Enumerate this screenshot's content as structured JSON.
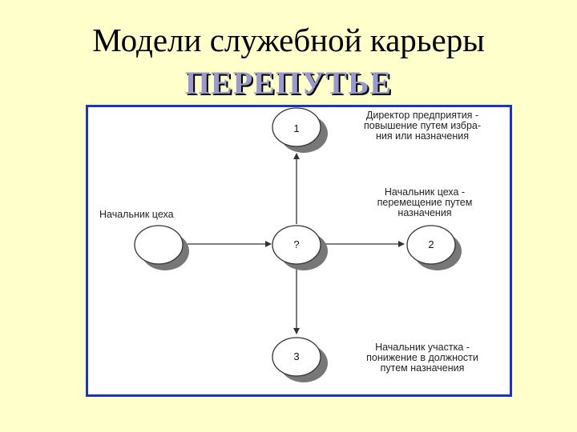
{
  "slide": {
    "title": "Модели служебной карьеры",
    "subtitle": "ПЕРЕПУТЬЕ"
  },
  "diagram": {
    "nodes": {
      "top": {
        "number": "1"
      },
      "center": {
        "number": "?"
      },
      "right": {
        "number": "2"
      },
      "bottom": {
        "number": "3"
      }
    },
    "labels": {
      "start": "Начальник цеха",
      "top": "Директор предприятия -\nповышение путем избра-\nния или назначения",
      "right": "Начальник цеха -\nперемещение путем\nназначения",
      "bottom": "Начальник участка -\nпонижение в должности\nпутем назначения"
    },
    "colors": {
      "background": "#FFFFCC",
      "frame_border": "#1C31C8",
      "subtitle": "#9999CC"
    }
  }
}
